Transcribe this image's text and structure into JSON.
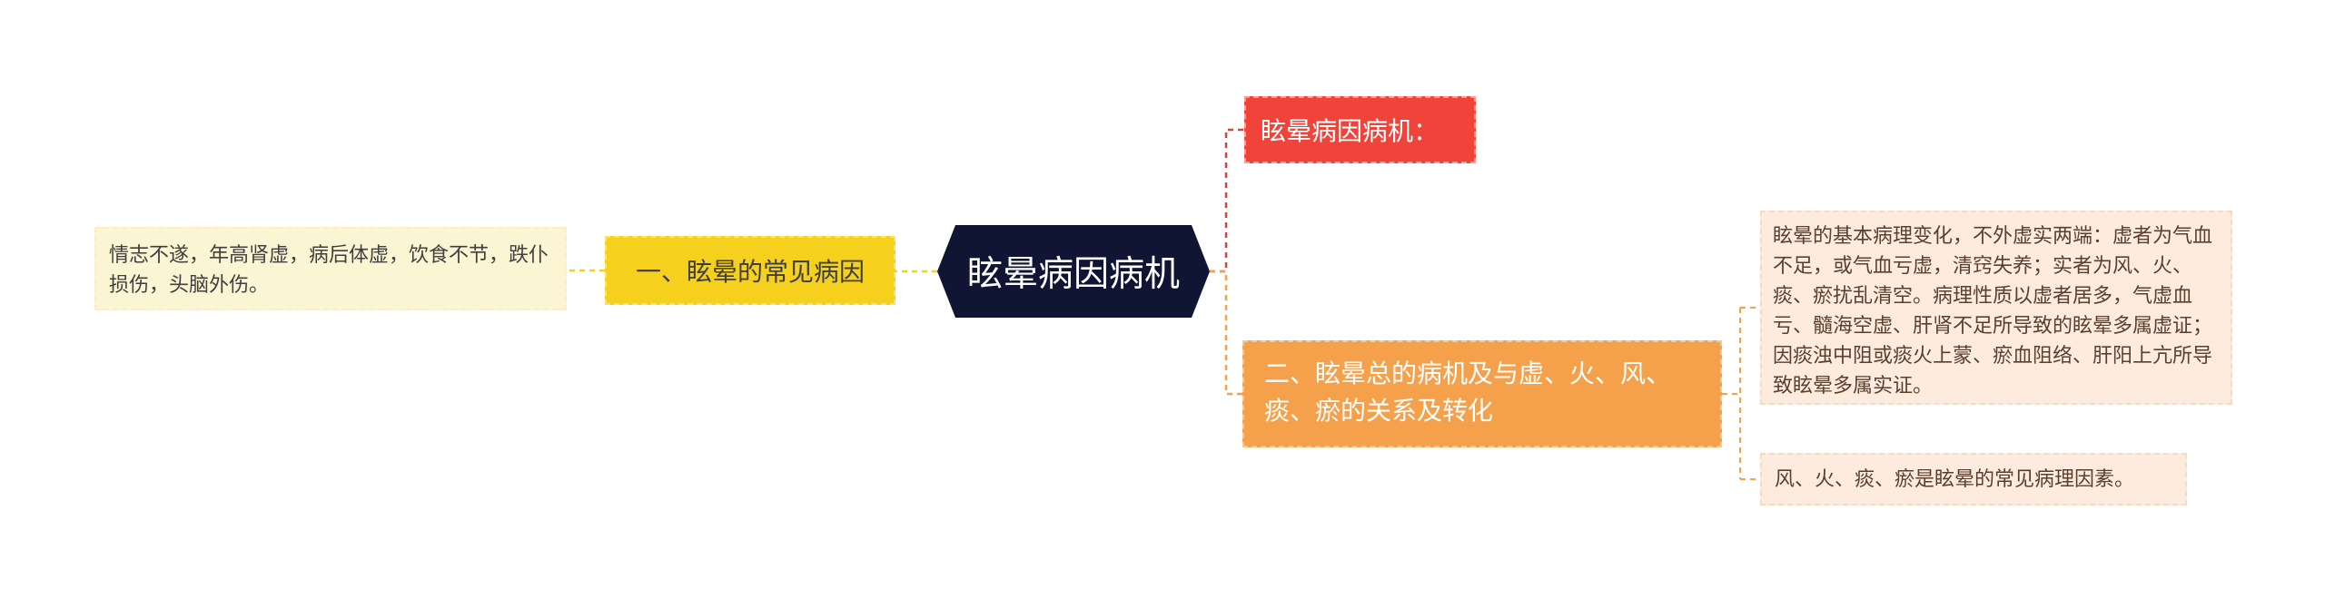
{
  "root": {
    "label": "眩晕病因病机"
  },
  "nodes": {
    "pathogenesis_header": "眩晕病因病机：",
    "common_causes": "一、眩晕的常见病因",
    "pathogenesis_relation": "二、眩晕总的病机及与虚、火、风、痰、瘀的关系及转化"
  },
  "leaves": {
    "common_causes_detail": "情志不遂，年高肾虚，病后体虚，饮食不节，跌仆损伤，头脑外伤。",
    "pathology_detail": "眩晕的基本病理变化，不外虚实两端：虚者为气血不足，或气血亏虚，清窍失养；实者为风、火、痰、瘀扰乱清空。病理性质以虚者居多，气虚血亏、髓海空虚、肝肾不足所导致的眩晕多属虚证；因痰浊中阻或痰火上蒙、瘀血阻络、肝阳上亢所导致眩晕多属实证。",
    "pathogenic_factors": "风、火、痰、瘀是眩晕的常见病理因素。"
  },
  "colors": {
    "root": "#0f1533",
    "red": "#f0433a",
    "yellow": "#f5d11e",
    "orange": "#f5a04a",
    "leaf_yellow": "#fcf5d3",
    "leaf_peach": "#fdebdd"
  }
}
